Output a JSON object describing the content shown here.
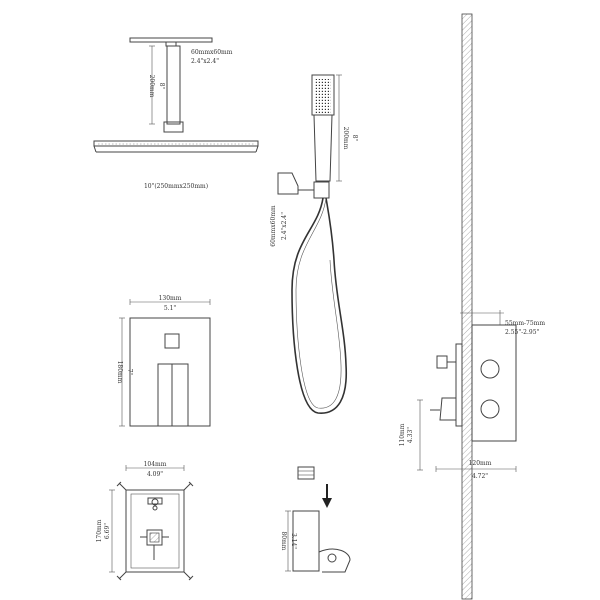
{
  "colors": {
    "line": "#444444",
    "text": "#333333",
    "background": "#ffffff"
  },
  "labels": {
    "arm_size_mm": "60mmx60mm",
    "arm_size_in": "2.4\"x2.4\"",
    "arm_len_mm": "200mm",
    "arm_len_in": "8\"",
    "head_size": "10\"(250mmx250mm)",
    "handheld_len_mm": "200mm",
    "handheld_len_in": "8\"",
    "bracket_size_mm": "60mmx60mm",
    "bracket_size_in": "2.4\"x2.4\"",
    "plate_w_mm": "130mm",
    "plate_w_in": "5.1\"",
    "plate_h_mm": "180mm",
    "plate_h_in": "7\"",
    "valve_w_mm": "104mm",
    "valve_w_in": "4.09\"",
    "valve_h_mm": "170mm",
    "valve_h_in": "6.69\"",
    "holder_h_mm": "80mm",
    "holder_h_in": "3.14\"",
    "depth_mm": "55mm-75mm",
    "depth_in": "2.55\"-2.95\"",
    "side_h_mm": "110mm",
    "side_h_in": "4.33\"",
    "side_w_mm": "120mm",
    "side_w_in": "4.72\""
  }
}
